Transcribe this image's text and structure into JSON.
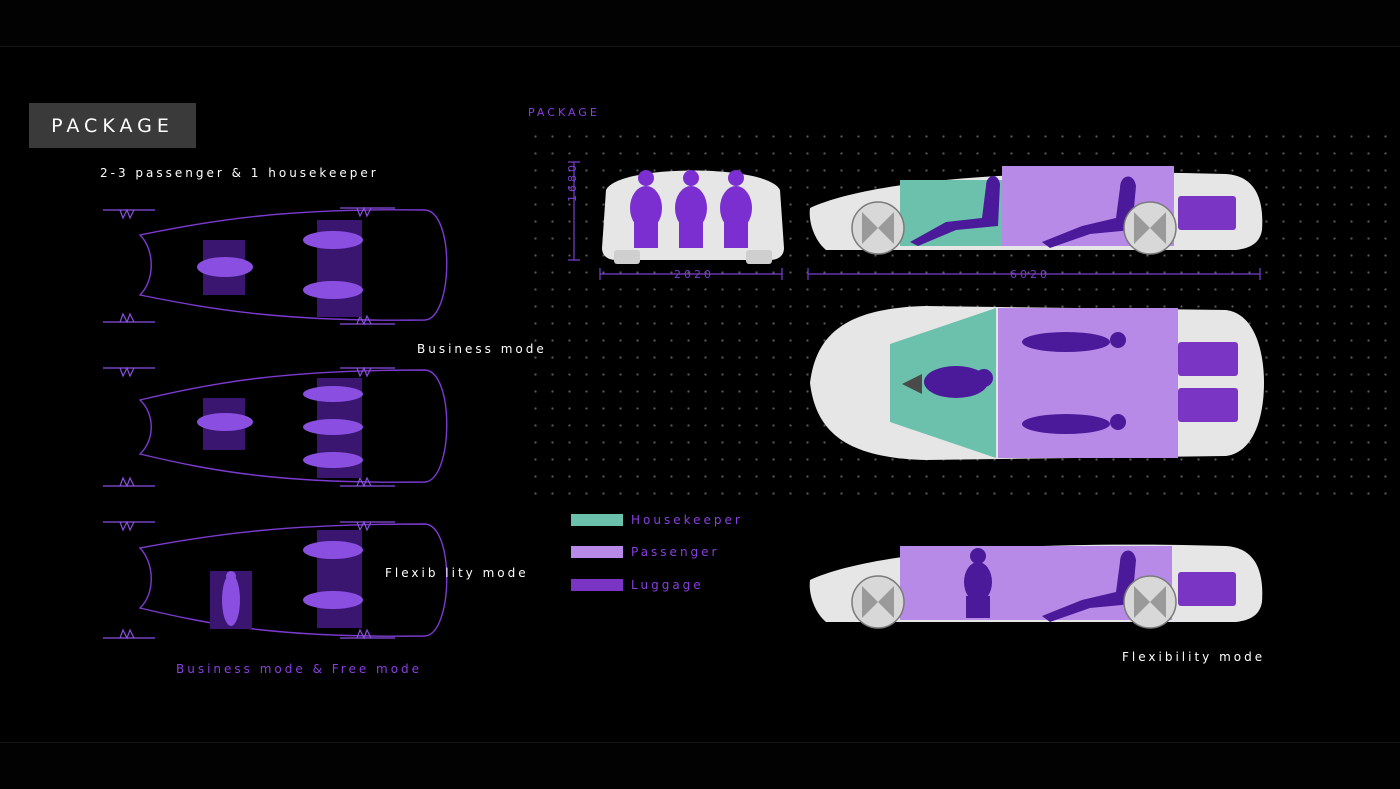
{
  "title": "PACKAGE",
  "subtitle": "2-3 passenger &  1 housekeeper",
  "diagram_label": "PACKAGE",
  "plans": {
    "business_mode": "Business mode",
    "flexibility_mode": "Flexib lity mode",
    "bottom_caption": "Business mode & Free mode"
  },
  "dimensions": {
    "height": "1680",
    "width": "2020",
    "length": "6020"
  },
  "legend": [
    {
      "label": "Housekeeper",
      "color": "#6cc1ac"
    },
    {
      "label": "Passenger",
      "color": "#b88ae8"
    },
    {
      "label": "Luggage",
      "color": "#7b35c4"
    }
  ],
  "side_caption": "Flexibility mode",
  "colors": {
    "accent": "#8a3fe0",
    "background": "#000000",
    "body": "#e6e6e6"
  }
}
